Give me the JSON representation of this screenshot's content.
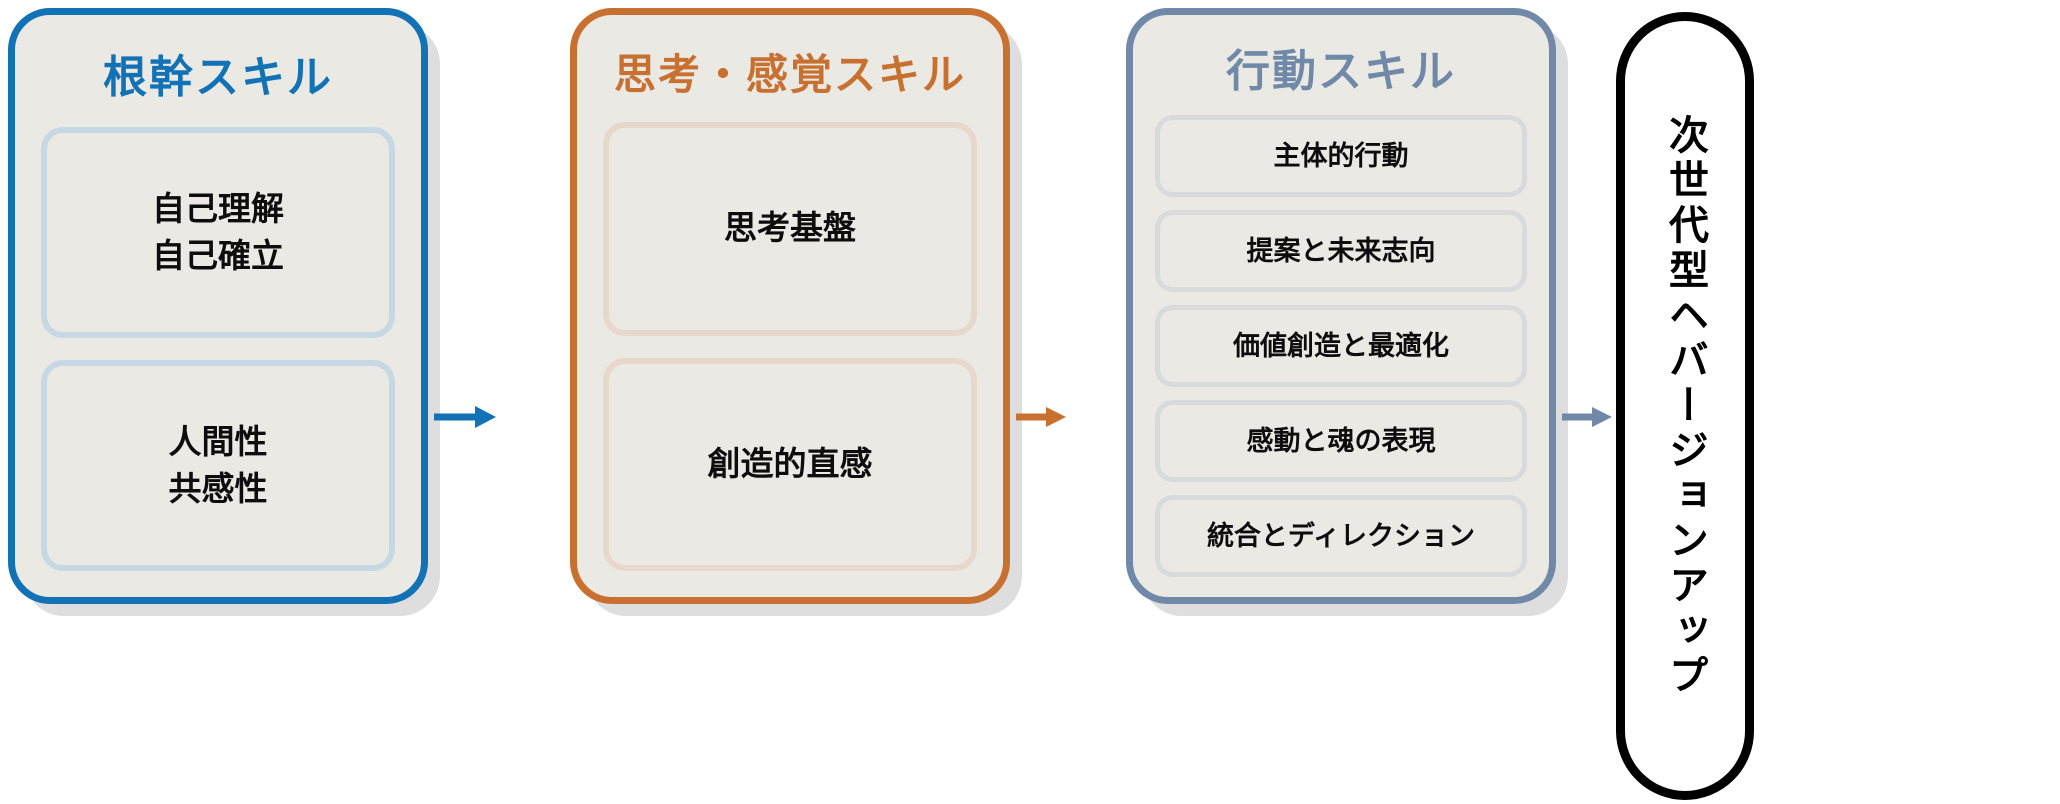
{
  "diagram": {
    "title_hidden": "",
    "background": "#ffffff",
    "panels": [
      {
        "id": "core",
        "title": "根幹スキル",
        "accent": "#1272b5",
        "card_border": "#c5d8e3",
        "cards": [
          {
            "lines": [
              "自己理解",
              "自己確立"
            ]
          },
          {
            "lines": [
              "人間性",
              "共感性"
            ]
          }
        ]
      },
      {
        "id": "think",
        "title": "思考・感覚スキル",
        "accent": "#c8702f",
        "card_border": "#e8d8cb",
        "cards": [
          {
            "lines": [
              "思考基盤"
            ]
          },
          {
            "lines": [
              "創造的直感"
            ]
          }
        ]
      },
      {
        "id": "action",
        "title": "行動スキル",
        "accent": "#7089a8",
        "card_border": "#d9dadb",
        "cards": [
          {
            "lines": [
              "主体的行動"
            ]
          },
          {
            "lines": [
              "提案と未来志向"
            ]
          },
          {
            "lines": [
              "価値創造と最適化"
            ]
          },
          {
            "lines": [
              "感動と魂の表現"
            ]
          },
          {
            "lines": [
              "統合とディレクション"
            ]
          }
        ]
      }
    ],
    "arrows": [
      {
        "id": "arrow-core-to-think",
        "color": "#1272b5"
      },
      {
        "id": "arrow-think-to-action",
        "color": "#c8702f"
      },
      {
        "id": "arrow-action-to-outcome",
        "color": "#7089a8"
      }
    ],
    "outcome": {
      "label": "次世代型ヘバージョンアップ",
      "border": "#000000",
      "fill": "#ffffff"
    },
    "panel_fill": "#ebe9e4"
  }
}
